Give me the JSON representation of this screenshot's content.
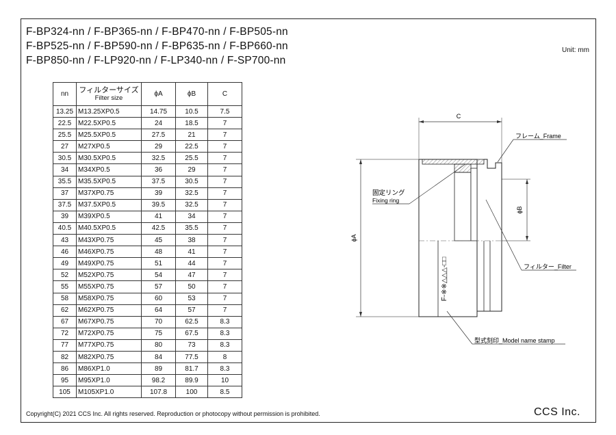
{
  "titles": [
    "F-BP324-nn / F-BP365-nn / F-BP470-nn / F-BP505-nn",
    "F-BP525-nn / F-BP590-nn / F-BP635-nn / F-BP660-nn",
    "F-BP850-nn / F-LP920-nn / F-LP340-nn / F-SP700-nn"
  ],
  "unit": "Unit: mm",
  "table": {
    "headers": {
      "nn": "nn",
      "size_jp": "フィルターサイズ",
      "size_en": "Filter size",
      "a": "ϕA",
      "b": "ϕB",
      "c": "C"
    },
    "rows": [
      [
        "13.25",
        "M13.25XP0.5",
        "14.75",
        "10.5",
        "7.5"
      ],
      [
        "22.5",
        "M22.5XP0.5",
        "24",
        "18.5",
        "7"
      ],
      [
        "25.5",
        "M25.5XP0.5",
        "27.5",
        "21",
        "7"
      ],
      [
        "27",
        "M27XP0.5",
        "29",
        "22.5",
        "7"
      ],
      [
        "30.5",
        "M30.5XP0.5",
        "32.5",
        "25.5",
        "7"
      ],
      [
        "34",
        "M34XP0.5",
        "36",
        "29",
        "7"
      ],
      [
        "35.5",
        "M35.5XP0.5",
        "37.5",
        "30.5",
        "7"
      ],
      [
        "37",
        "M37XP0.75",
        "39",
        "32.5",
        "7"
      ],
      [
        "37.5",
        "M37.5XP0.5",
        "39.5",
        "32.5",
        "7"
      ],
      [
        "39",
        "M39XP0.5",
        "41",
        "34",
        "7"
      ],
      [
        "40.5",
        "M40.5XP0.5",
        "42.5",
        "35.5",
        "7"
      ],
      [
        "43",
        "M43XP0.75",
        "45",
        "38",
        "7"
      ],
      [
        "46",
        "M46XP0.75",
        "48",
        "41",
        "7"
      ],
      [
        "49",
        "M49XP0.75",
        "51",
        "44",
        "7"
      ],
      [
        "52",
        "M52XP0.75",
        "54",
        "47",
        "7"
      ],
      [
        "55",
        "M55XP0.75",
        "57",
        "50",
        "7"
      ],
      [
        "58",
        "M58XP0.75",
        "60",
        "53",
        "7"
      ],
      [
        "62",
        "M62XP0.75",
        "64",
        "57",
        "7"
      ],
      [
        "67",
        "M67XP0.75",
        "70",
        "62.5",
        "8.3"
      ],
      [
        "72",
        "M72XP0.75",
        "75",
        "67.5",
        "8.3"
      ],
      [
        "77",
        "M77XP0.75",
        "80",
        "73",
        "8.3"
      ],
      [
        "82",
        "M82XP0.75",
        "84",
        "77.5",
        "8"
      ],
      [
        "86",
        "M86XP1.0",
        "89",
        "81.7",
        "8.3"
      ],
      [
        "95",
        "M95XP1.0",
        "98.2",
        "89.9",
        "10"
      ],
      [
        "105",
        "M105XP1.0",
        "107.8",
        "100",
        "8.5"
      ]
    ]
  },
  "drawing": {
    "dim_c": "C",
    "dim_a": "ϕA",
    "dim_b": "ϕB",
    "label_frame": "フレーム_Frame",
    "label_fixing_jp": "固定リング",
    "label_fixing_en": "Fixing ring",
    "label_filter": "フィルター_Filter",
    "label_stamp": "型式刻印_Model name stamp",
    "stamp_text": "F-※※△△△-□□"
  },
  "footer": {
    "copyright": "Copyright(C) 2021 CCS Inc. All rights reserved. Reproduction or photocopy without permission is prohibited.",
    "brand": "CCS Inc."
  }
}
